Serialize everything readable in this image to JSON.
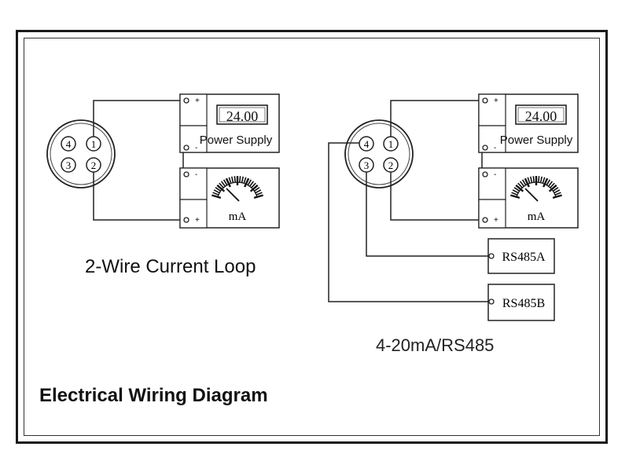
{
  "title": "Electrical Wiring Diagram",
  "left_diagram": {
    "caption": "2-Wire Current Loop",
    "display_value": "24.00",
    "supply_label": "Power Supply",
    "meter_unit": "mA",
    "pins": [
      "1",
      "2",
      "3",
      "4"
    ],
    "terminal_plus": "+",
    "terminal_minus": "-"
  },
  "right_diagram": {
    "caption": "4-20mA/RS485",
    "display_value": "24.00",
    "supply_label": "Power Supply",
    "meter_unit": "mA",
    "pins": [
      "1",
      "2",
      "3",
      "4"
    ],
    "terminal_plus": "+",
    "terminal_minus": "-",
    "bus_a": "RS485A",
    "bus_b": "RS485B"
  }
}
